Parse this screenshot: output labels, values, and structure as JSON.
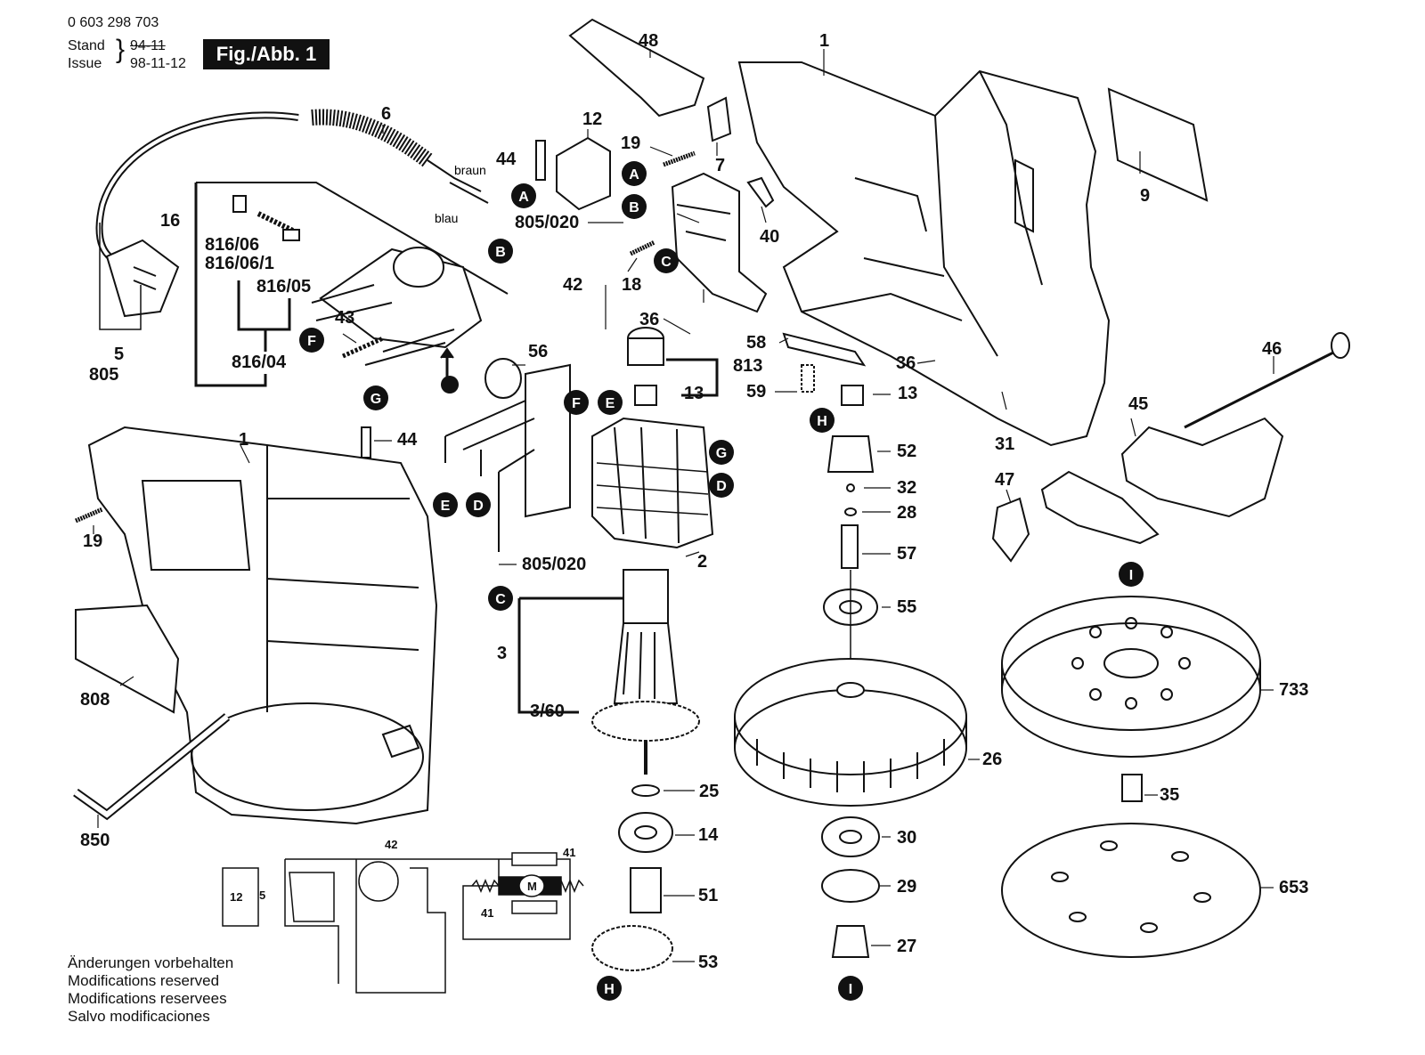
{
  "header": {
    "part_number": "0 603 298 703",
    "stand_label": "Stand",
    "stand_value": "94-11",
    "issue_label": "Issue",
    "issue_value": "98-11-12",
    "figure": "Fig./Abb. 1"
  },
  "notes": [
    "Änderungen vorbehalten",
    "Modifications reserved",
    "Modifications reservees",
    "Salvo modificaciones"
  ],
  "wire_labels": {
    "braun": "braun",
    "blau": "blau"
  },
  "part_labels": [
    "1",
    "1",
    "2",
    "3",
    "3/60",
    "5",
    "6",
    "7",
    "9",
    "12",
    "13",
    "13",
    "14",
    "16",
    "18",
    "19",
    "19",
    "25",
    "26",
    "27",
    "28",
    "29",
    "30",
    "31",
    "32",
    "35",
    "36",
    "36",
    "40",
    "42",
    "43",
    "44",
    "44",
    "45",
    "46",
    "47",
    "48",
    "51",
    "52",
    "53",
    "55",
    "56",
    "57",
    "58",
    "59",
    "653",
    "733",
    "805",
    "808",
    "813",
    "850",
    "805/020",
    "805/020",
    "816/04",
    "816/05",
    "816/06",
    "816/06/1"
  ],
  "markers": [
    "A",
    "A",
    "B",
    "B",
    "C",
    "C",
    "D",
    "D",
    "E",
    "E",
    "F",
    "F",
    "G",
    "G",
    "H",
    "H",
    "I",
    "I"
  ],
  "schematic_labels": [
    "42",
    "41",
    "41",
    "12",
    "5",
    "M"
  ]
}
